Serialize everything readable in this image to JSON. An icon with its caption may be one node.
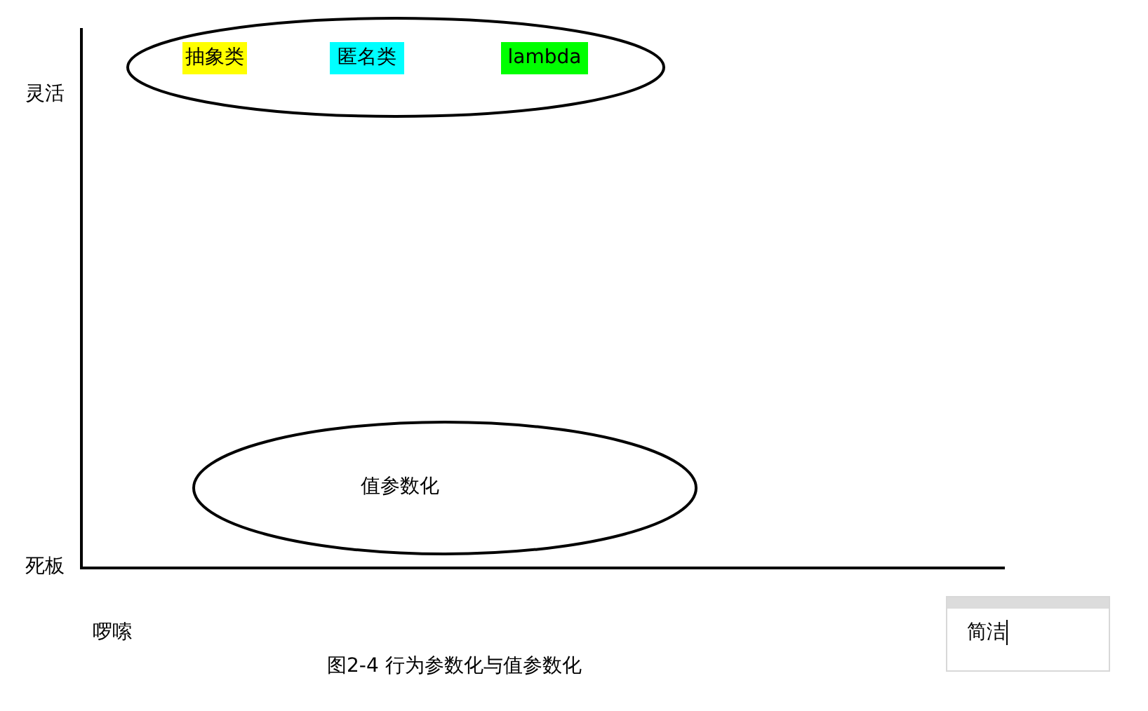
{
  "diagram": {
    "caption": "图2-4 行为参数化与值参数化",
    "nodes": [
      {
        "text": [],
        "shape": "ellipse"
      },
      {
        "text": [
          "抽象类"
        ],
        "in": 0
      },
      {
        "text": [
          "匿名类"
        ],
        "in": 0
      },
      {
        "text": [
          "lambda"
        ],
        "in": 0
      },
      {
        "text": [
          "值参数化"
        ]
      },
      {
        "text": [
          "简洁"
        ]
      }
    ],
    "labels": [
      "灵活",
      "死板",
      "啰嗦"
    ]
  }
}
